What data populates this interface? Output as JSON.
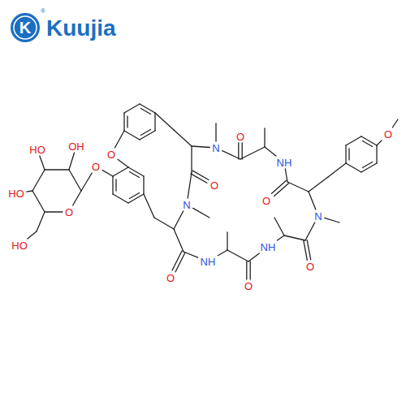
{
  "diagram": {
    "labels": [
      "K",
      "Kuujia",
      "®",
      "O",
      "O",
      "OH",
      "N",
      "HO",
      "O",
      "NH",
      "O",
      "O",
      "HO",
      "O",
      "N",
      "O",
      "N",
      "HO",
      "NH",
      "NH",
      "O",
      "O",
      "O"
    ]
  }
}
